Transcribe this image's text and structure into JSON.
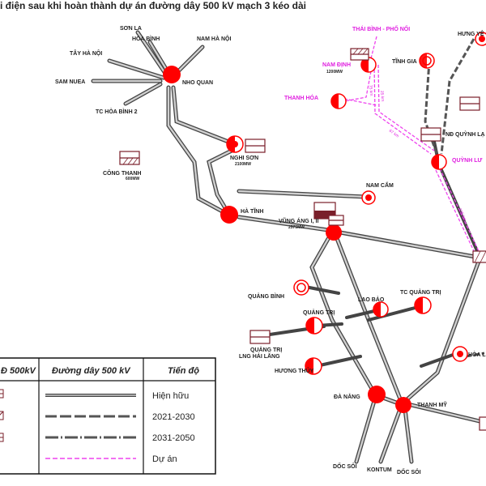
{
  "title": "i điện sau khi hoàn thành dự án đường dây 500 kV mạch 3 kéo dài",
  "colors": {
    "node": "#ff0000",
    "line": "#9a9a9a",
    "line_edge": "#444444",
    "project": "#ee44ee",
    "plant": "#7a1f2a"
  },
  "labels": {
    "son_la": "SƠN LA",
    "hoa_binh": "HÒA BÌNH",
    "nam_ha_noi": "NAM HÀ NỘI",
    "tay_ha_noi": "TÂY HÀ NỘI",
    "sam_nuea": "SAM NUEA",
    "nho_quan": "NHO QUAN",
    "tc_hoa_binh_2": "TC HÒA BÌNH 2",
    "cong_thanh": "CÔNG THANH",
    "cong_thanh_cap": "600MW",
    "nghi_son": "NGHI SƠN",
    "nghi_son_cap": "2100MW",
    "thai_binh_pho_noi": "THÁI BÌNH - PHỐ NỐI",
    "nam_dinh": "NAM ĐỊNH",
    "nam_dinh_cap": "1200MW",
    "thanh_hoa": "THANH HÓA",
    "hung_yen": "HƯNG YÊ",
    "tinh_gia": "TĨNH GIA",
    "nd_quynh_lap": "NĐ QUỲNH LẠ",
    "quynh_luu": "QUỲNH LƯ",
    "nam_cam": "NAM CẤM",
    "ha_tinh": "HÀ TĨNH",
    "vung_ang": "VŨNG ÁNG I, II",
    "vung_ang_cap": "2575MW",
    "quang_binh": "QUẢNG BÌNH",
    "lao_bao": "LAO BẢO",
    "tc_quang_tri": "TC QUẢNG TRỊ",
    "quang_tri": "QUẢNG TRỊ",
    "lng_hai_lang": "QUẢNG TRỊ\nLNG HẢI LĂNG",
    "huong_thuy": "HƯƠNG THỦY",
    "hoa_l": "HÒA L",
    "da_nang": "ĐÀ NẴNG",
    "thanh_my": "THẠNH MỸ",
    "doc_soi_1": "DỐC SỎI",
    "kontum": "KONTUM",
    "doc_soi_2": "DỐC SỎI"
  },
  "km_labels": [
    "25 km",
    "75 km",
    "67 km",
    "225 km"
  ],
  "legend": {
    "headers": [
      "Đ 500kV",
      "Đường dây 500 kV",
      "Tiến độ"
    ],
    "rows": [
      "Hiện hữu",
      "2021-2030",
      "2031-2050",
      "Dự án"
    ]
  }
}
